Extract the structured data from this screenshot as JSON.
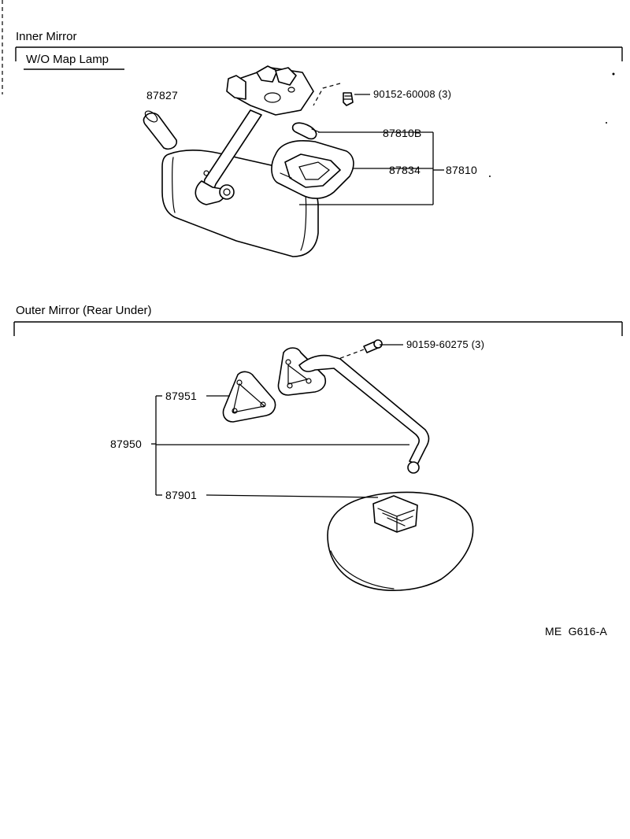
{
  "sections": {
    "inner": {
      "title": "Inner Mirror",
      "subtitle": "W/O Map Lamp"
    },
    "outer": {
      "title": "Outer Mirror (Rear Under)"
    }
  },
  "parts": {
    "p87827": "87827",
    "p90152": "90152-60008 (3)",
    "p87810B": "87810B",
    "p87834": "87834",
    "p87810": "87810",
    "p90159": "90159-60275 (3)",
    "p87951": "87951",
    "p87950": "87950",
    "p87901": "87901"
  },
  "figure_code": "ME  G616-A"
}
